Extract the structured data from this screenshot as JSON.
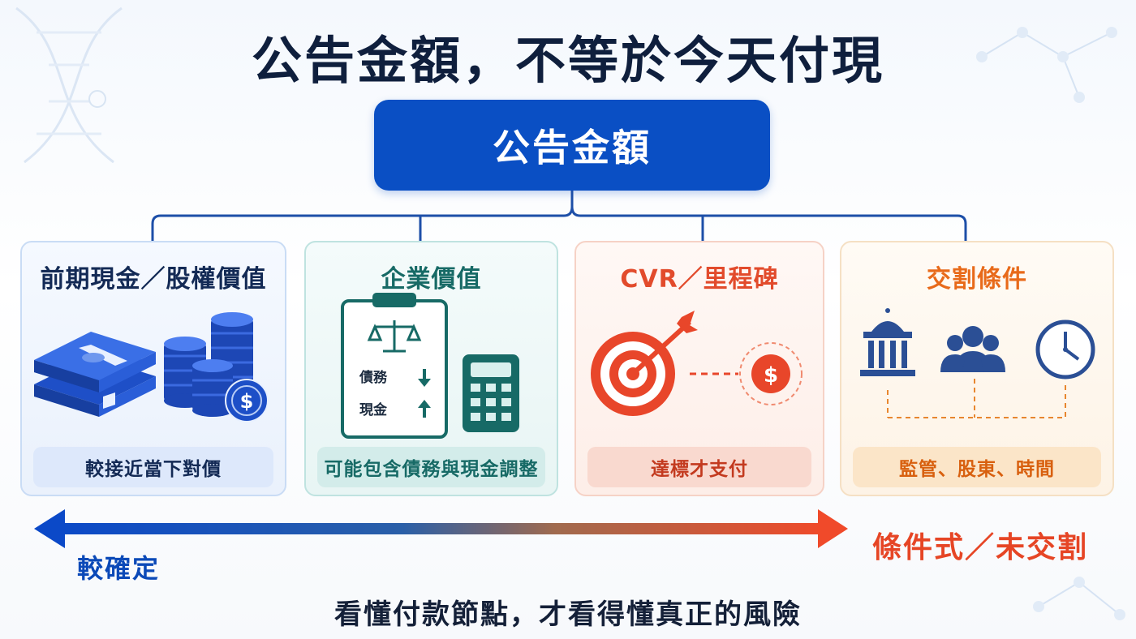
{
  "title": "公告金額，不等於今天付現",
  "top_box": {
    "label": "公告金額"
  },
  "cards": [
    {
      "title": "前期現金／股權價值",
      "pill": "較接近當下對價",
      "color": "#132a55"
    },
    {
      "title": "企業價值",
      "pill": "可能包含債務與現金調整",
      "color": "#176a66",
      "clipboard": {
        "row1": "債務",
        "row2": "現金"
      }
    },
    {
      "title": "CVR／里程碑",
      "pill": "達標才支付",
      "color": "#e24b2c"
    },
    {
      "title": "交割條件",
      "pill": "監管、股東、時間",
      "color": "#e86a1a"
    }
  ],
  "spectrum": {
    "left_label": "較確定",
    "right_label": "條件式／未交割",
    "left_color": "#0b49b8",
    "right_color": "#e64525"
  },
  "caption": "看懂付款節點，才看得懂真正的風險"
}
